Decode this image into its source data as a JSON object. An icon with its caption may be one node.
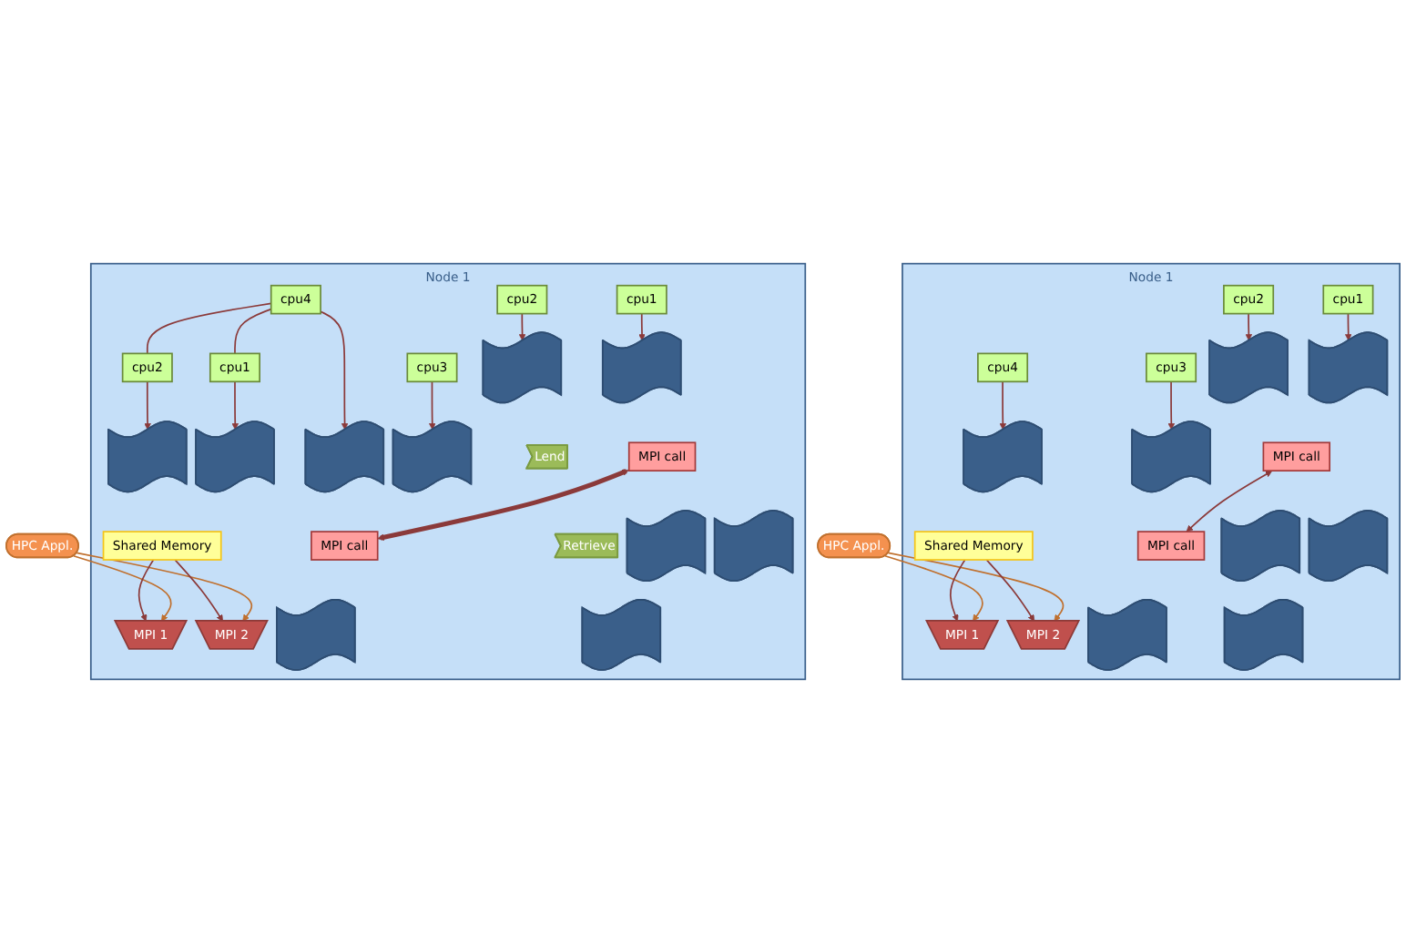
{
  "diagram": {
    "nodes": [
      {
        "text": [
          "HPC Appl."
        ]
      },
      {
        "text": [
          "Node 1"
        ]
      },
      {
        "text": [
          "MPI 1"
        ],
        "in": 1
      },
      {
        "text": [
          "MPI 2"
        ],
        "in": 1
      },
      {
        "text": [
          "Shared Memory"
        ],
        "in": 1
      },
      {
        "text": [
          "cpu1"
        ],
        "in": 1
      },
      {
        "text": [
          "cpu2"
        ],
        "in": 1
      },
      {
        "text": [
          "cpu3"
        ],
        "in": 1
      },
      {
        "text": [
          "cpu4"
        ],
        "in": 1
      },
      {
        "text": [],
        "shape": "wave",
        "in": 1
      },
      {
        "text": [],
        "shape": "wave",
        "in": 1
      },
      {
        "text": [],
        "shape": "wave",
        "in": 1
      },
      {
        "text": [],
        "shape": "wave",
        "in": 1
      },
      {
        "text": [
          "MPI call"
        ],
        "in": 1
      },
      {
        "text": [
          "MPI call"
        ],
        "in": 1
      },
      {
        "text": [],
        "shape": "wave",
        "in": 1
      },
      {
        "text": [],
        "shape": "wave",
        "in": 1
      },
      {
        "text": [],
        "shape": "wave",
        "in": 1
      },
      {
        "text": [],
        "shape": "wave",
        "in": 1
      },
      {
        "text": [
          "HPC Appl."
        ]
      },
      {
        "text": [
          "Node 1"
        ]
      },
      {
        "text": [
          "MPI 1"
        ],
        "in": 20
      },
      {
        "text": [
          "MPI 2"
        ],
        "in": 20
      },
      {
        "text": [
          "Shared Memory"
        ],
        "in": 20
      },
      {
        "text": [
          "cpu1"
        ],
        "in": 20
      },
      {
        "text": [
          "cpu2"
        ],
        "in": 20
      },
      {
        "text": [
          "cpu3"
        ],
        "in": 20
      },
      {
        "text": [
          "cpu4"
        ],
        "in": 20
      },
      {
        "text": [],
        "shape": "wave",
        "in": 20
      },
      {
        "text": [],
        "shape": "wave",
        "in": 20
      },
      {
        "text": [],
        "shape": "wave",
        "in": 20
      },
      {
        "text": [],
        "shape": "wave",
        "in": 20
      },
      {
        "text": [
          "cpu1"
        ],
        "in": 20
      },
      {
        "text": [
          "cpu2"
        ],
        "in": 20
      },
      {
        "text": [],
        "shape": "wave",
        "in": 20
      },
      {
        "text": [],
        "shape": "wave",
        "in": 20
      },
      {
        "text": [
          "Lend"
        ],
        "in": 20
      },
      {
        "text": [
          "MPI call"
        ],
        "in": 20
      },
      {
        "text": [
          "MPI call"
        ],
        "in": 20
      },
      {
        "text": [
          "Retrieve"
        ],
        "in": 20
      },
      {
        "text": [],
        "shape": "wave",
        "in": 20
      },
      {
        "text": [],
        "shape": "wave",
        "in": 20
      },
      {
        "text": [],
        "shape": "wave",
        "in": 20
      },
      {
        "text": [],
        "shape": "wave",
        "in": 20
      }
    ],
    "edges": [
      {
        "from": 0,
        "to": 2,
        "arrow": "to",
        "color": "#c0702e"
      },
      {
        "from": 0,
        "to": 3,
        "arrow": "to",
        "color": "#c0702e"
      },
      {
        "from": 4,
        "to": 2,
        "arrow": "to"
      },
      {
        "from": 4,
        "to": 3,
        "arrow": "to"
      },
      {
        "from": 5,
        "to": 9,
        "arrow": "to"
      },
      {
        "from": 6,
        "to": 10,
        "arrow": "to"
      },
      {
        "from": 7,
        "to": 11,
        "arrow": "to"
      },
      {
        "from": 8,
        "to": 12,
        "arrow": "to"
      },
      {
        "from": 13,
        "to": 14,
        "arrow": "both"
      },
      {
        "from": 19,
        "to": 21,
        "arrow": "to",
        "color": "#c0702e"
      },
      {
        "from": 19,
        "to": 22,
        "arrow": "to",
        "color": "#c0702e"
      },
      {
        "from": 23,
        "to": 21,
        "arrow": "to"
      },
      {
        "from": 23,
        "to": 22,
        "arrow": "to"
      },
      {
        "from": 24,
        "to": 28,
        "arrow": "to"
      },
      {
        "from": 25,
        "to": 29,
        "arrow": "to"
      },
      {
        "from": 26,
        "to": 30,
        "arrow": "to"
      },
      {
        "from": 27,
        "to": 31,
        "arrow": "to"
      },
      {
        "from": 27,
        "to": 32,
        "arrow": "none"
      },
      {
        "from": 27,
        "to": 33,
        "arrow": "none"
      },
      {
        "from": 32,
        "to": 34,
        "arrow": "to"
      },
      {
        "from": 33,
        "to": 35,
        "arrow": "to"
      },
      {
        "from": 37,
        "to": 38,
        "arrow": "both",
        "style": "thick"
      }
    ]
  }
}
